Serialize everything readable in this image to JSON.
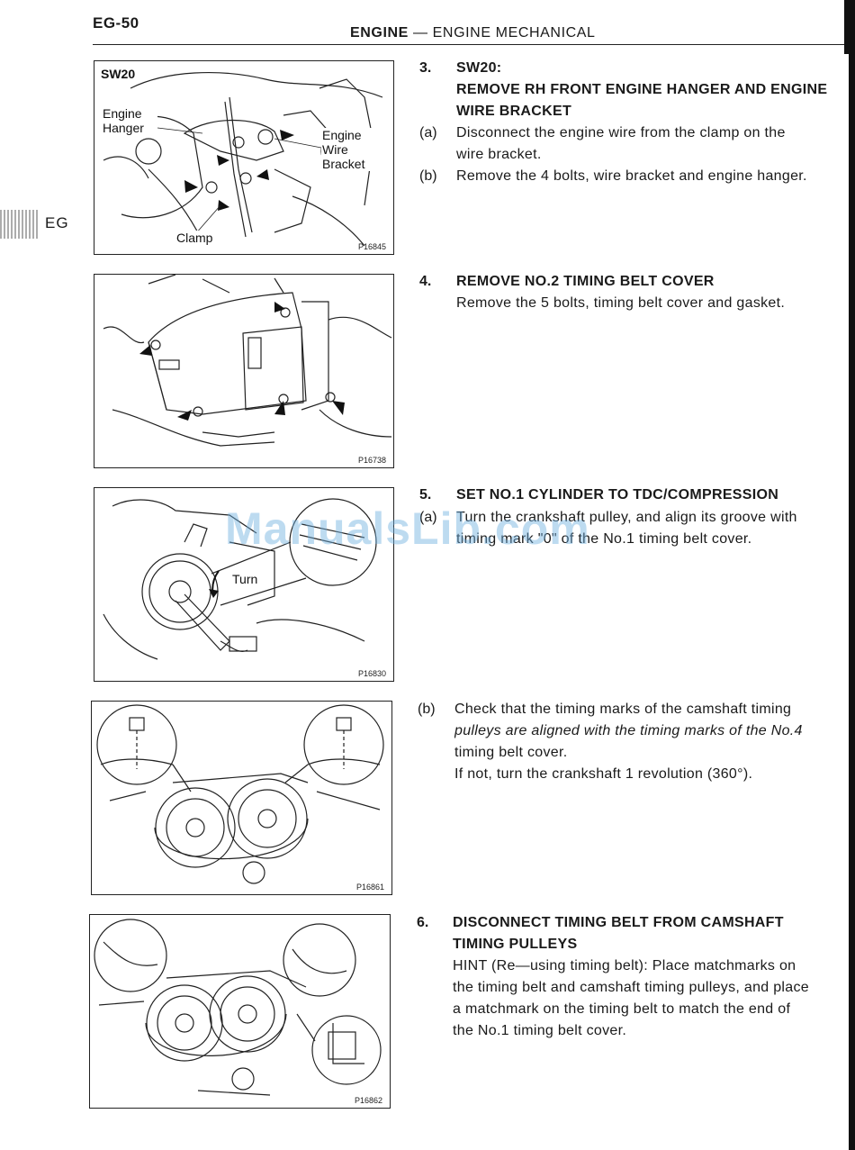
{
  "header": {
    "page_id": "EG-50",
    "section": "ENGINE",
    "dash": " — ",
    "subsection": "ENGINE MECHANICAL"
  },
  "side_tab": {
    "label": "EG"
  },
  "figures": [
    {
      "id": "P16845",
      "title": "SW20",
      "callouts": [
        "Engine Hanger",
        "Engine Wire Bracket",
        "Clamp"
      ]
    },
    {
      "id": "P16738"
    },
    {
      "id": "P16830",
      "callouts": [
        "Turn"
      ]
    },
    {
      "id": "P16861"
    },
    {
      "id": "P16862"
    }
  ],
  "steps": {
    "s3": {
      "num": "3.",
      "title_1": "SW20:",
      "title_2": "REMOVE RH FRONT ENGINE HANGER AND ENGINE",
      "title_3": "WIRE BRACKET",
      "a_label": "(a)",
      "a_1": "Disconnect the engine wire from the clamp on the",
      "a_2": "wire bracket.",
      "b_label": "(b)",
      "b_1": "Remove the 4 bolts, wire bracket and engine hanger."
    },
    "s4": {
      "num": "4.",
      "title": "REMOVE NO.2 TIMING BELT COVER",
      "text": "Remove the 5 bolts, timing belt cover and gasket."
    },
    "s5": {
      "num": "5.",
      "title": "SET NO.1 CYLINDER TO TDC/COMPRESSION",
      "a_label": "(a)",
      "a_1": "Turn the crankshaft pulley, and align its groove with",
      "a_2": "timing mark \"0\" of the No.1 timing belt cover.",
      "b_label": "(b)",
      "b_1": "Check that the timing marks of the camshaft timing",
      "b_2": "pulleys are aligned with the timing marks of the No.4",
      "b_3": "timing belt cover.",
      "b_4": "If not, turn the crankshaft 1 revolution (360°)."
    },
    "s6": {
      "num": "6.",
      "title_1": "DISCONNECT TIMING BELT FROM CAMSHAFT",
      "title_2": "TIMING PULLEYS",
      "hint_1": "HINT (Re—using timing belt): Place matchmarks on",
      "hint_2": "the timing belt and camshaft timing pulleys, and place",
      "hint_3": "a matchmark on the timing belt to match the end of",
      "hint_4": "the No.1 timing belt cover."
    }
  },
  "watermark": "ManualsLib.com"
}
